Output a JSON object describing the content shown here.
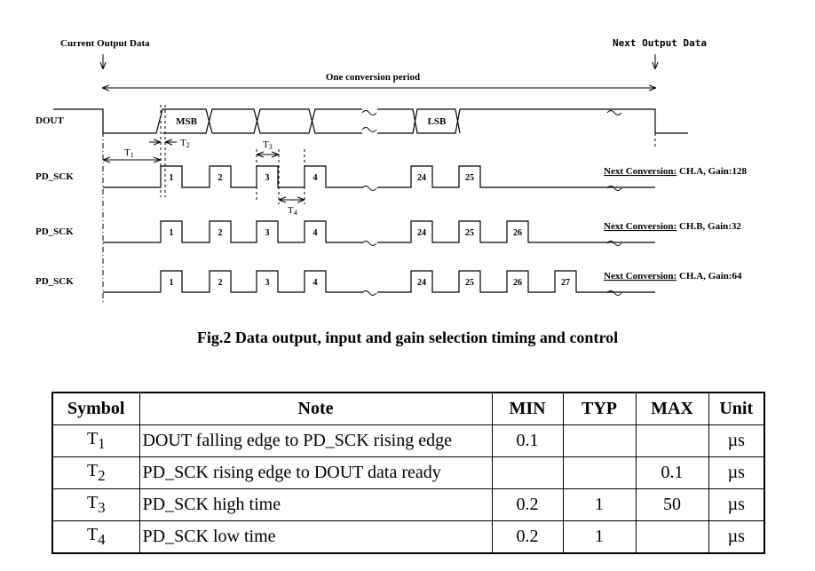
{
  "diagram": {
    "current_output_label": "Current Output Data",
    "next_output_label": "Next Output Data",
    "period_label": "One conversion period",
    "dout_label": "DOUT",
    "msb_label": "MSB",
    "lsb_label": "LSB",
    "t1": "T",
    "t1_sub": "1",
    "t2": "T",
    "t2_sub": "2",
    "t3": "T",
    "t3_sub": "3",
    "t4": "T",
    "t4_sub": "4",
    "sck_rows": [
      {
        "label": "PD_SCK",
        "pulses": [
          "1",
          "2",
          "3",
          "4",
          "24",
          "25"
        ],
        "next_prefix": "Next Conversion:",
        "next_detail": "CH.A, Gain:128"
      },
      {
        "label": "PD_SCK",
        "pulses": [
          "1",
          "2",
          "3",
          "4",
          "24",
          "25",
          "26"
        ],
        "next_prefix": "Next Conversion:",
        "next_detail": "CH.B, Gain:32"
      },
      {
        "label": "PD_SCK",
        "pulses": [
          "1",
          "2",
          "3",
          "4",
          "24",
          "25",
          "26",
          "27"
        ],
        "next_prefix": "Next Conversion:",
        "next_detail": "CH.A, Gain:64"
      }
    ]
  },
  "caption": "Fig.2 Data output, input and gain selection timing and control",
  "table": {
    "headers": [
      "Symbol",
      "Note",
      "MIN",
      "TYP",
      "MAX",
      "Unit"
    ],
    "rows": [
      {
        "sym": "T",
        "sub": "1",
        "note": "DOUT falling edge to PD_SCK rising edge",
        "min": "0.1",
        "typ": "",
        "max": "",
        "unit": "µs"
      },
      {
        "sym": "T",
        "sub": "2",
        "note": "PD_SCK rising edge to DOUT data ready",
        "min": "",
        "typ": "",
        "max": "0.1",
        "unit": "µs"
      },
      {
        "sym": "T",
        "sub": "3",
        "note": "PD_SCK high time",
        "min": "0.2",
        "typ": "1",
        "max": "50",
        "unit": "µs"
      },
      {
        "sym": "T",
        "sub": "4",
        "note": "PD_SCK low time",
        "min": "0.2",
        "typ": "1",
        "max": "",
        "unit": "µs"
      }
    ]
  }
}
